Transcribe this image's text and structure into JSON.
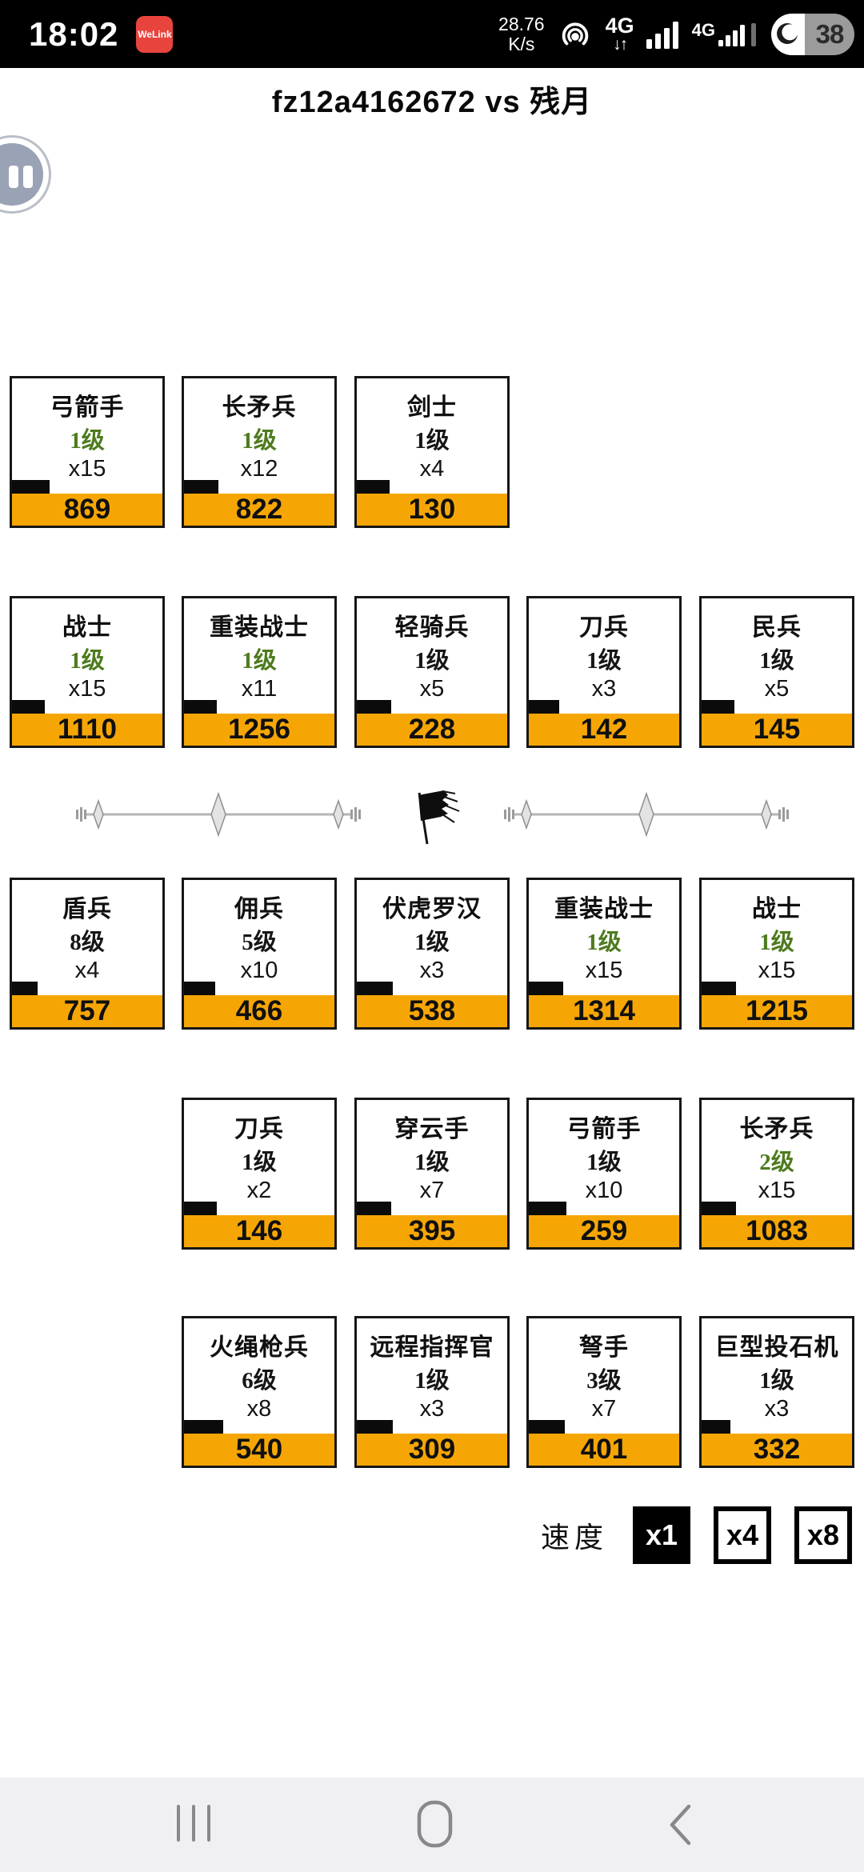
{
  "status_bar": {
    "time": "18:02",
    "app_badge": "WeLink",
    "net_speed": {
      "value": "28.76",
      "unit": "K/s"
    },
    "network_primary": {
      "type": "4G",
      "arrows": "↓↑"
    },
    "network_secondary": {
      "type": "4G"
    },
    "battery": {
      "percent": "38"
    }
  },
  "header": {
    "title": "fz12a4162672 vs 残月"
  },
  "battle": {
    "rows": [
      {
        "side": "top",
        "cards": [
          {
            "name": "弓箭手",
            "level": "1级",
            "level_highlight": true,
            "count": "x15",
            "value": "869",
            "hp_percent": 25
          },
          {
            "name": "长矛兵",
            "level": "1级",
            "level_highlight": true,
            "count": "x12",
            "value": "822",
            "hp_percent": 23
          },
          {
            "name": "剑士",
            "level": "1级",
            "level_highlight": false,
            "count": "x4",
            "value": "130",
            "hp_percent": 22
          }
        ]
      },
      {
        "side": "top",
        "cards": [
          {
            "name": "战士",
            "level": "1级",
            "level_highlight": true,
            "count": "x15",
            "value": "1110",
            "hp_percent": 22
          },
          {
            "name": "重装战士",
            "level": "1级",
            "level_highlight": true,
            "count": "x11",
            "value": "1256",
            "hp_percent": 22
          },
          {
            "name": "轻骑兵",
            "level": "1级",
            "level_highlight": false,
            "count": "x5",
            "value": "228",
            "hp_percent": 23
          },
          {
            "name": "刀兵",
            "level": "1级",
            "level_highlight": false,
            "count": "x3",
            "value": "142",
            "hp_percent": 20
          },
          {
            "name": "民兵",
            "level": "1级",
            "level_highlight": false,
            "count": "x5",
            "value": "145",
            "hp_percent": 22
          }
        ]
      },
      {
        "side": "bottom",
        "cards": [
          {
            "name": "盾兵",
            "level": "8级",
            "level_highlight": false,
            "count": "x4",
            "value": "757",
            "hp_percent": 17
          },
          {
            "name": "佣兵",
            "level": "5级",
            "level_highlight": false,
            "count": "x10",
            "value": "466",
            "hp_percent": 21
          },
          {
            "name": "伏虎罗汉",
            "level": "1级",
            "level_highlight": false,
            "count": "x3",
            "value": "538",
            "hp_percent": 24
          },
          {
            "name": "重装战士",
            "level": "1级",
            "level_highlight": true,
            "count": "x15",
            "value": "1314",
            "hp_percent": 23
          },
          {
            "name": "战士",
            "level": "1级",
            "level_highlight": true,
            "count": "x15",
            "value": "1215",
            "hp_percent": 23
          }
        ]
      },
      {
        "side": "bottom",
        "cards": [
          {
            "name": "刀兵",
            "level": "1级",
            "level_highlight": false,
            "count": "x2",
            "value": "146",
            "hp_percent": 22
          },
          {
            "name": "穿云手",
            "level": "1级",
            "level_highlight": false,
            "count": "x7",
            "value": "395",
            "hp_percent": 23
          },
          {
            "name": "弓箭手",
            "level": "1级",
            "level_highlight": false,
            "count": "x10",
            "value": "259",
            "hp_percent": 25
          },
          {
            "name": "长矛兵",
            "level": "2级",
            "level_highlight": true,
            "count": "x15",
            "value": "1083",
            "hp_percent": 23
          }
        ]
      },
      {
        "side": "bottom",
        "cards": [
          {
            "name": "火绳枪兵",
            "level": "6级",
            "level_highlight": false,
            "count": "x8",
            "value": "540",
            "hp_percent": 26
          },
          {
            "name": "远程指挥官",
            "level": "1级",
            "level_highlight": false,
            "count": "x3",
            "value": "309",
            "hp_percent": 24
          },
          {
            "name": "弩手",
            "level": "3级",
            "level_highlight": false,
            "count": "x7",
            "value": "401",
            "hp_percent": 24
          },
          {
            "name": "巨型投石机",
            "level": "1级",
            "level_highlight": false,
            "count": "x3",
            "value": "332",
            "hp_percent": 19
          }
        ]
      }
    ]
  },
  "speed_control": {
    "label": "速度",
    "options": [
      {
        "label": "x1",
        "selected": true
      },
      {
        "label": "x4",
        "selected": false
      },
      {
        "label": "x8",
        "selected": false
      }
    ]
  },
  "colors": {
    "accent_orange": "#F6A604",
    "level_green": "#4E7B1E",
    "welink_red": "#E8443E",
    "navbar_bg": "#F0F0F2",
    "navbar_icon": "#88888C"
  }
}
